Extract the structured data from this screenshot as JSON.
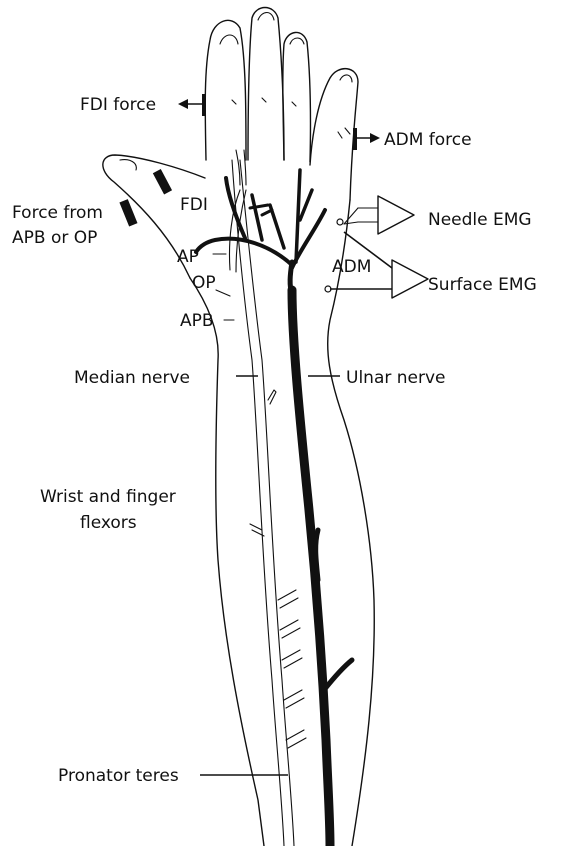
{
  "labels": {
    "fdi_force": "FDI force",
    "adm_force": "ADM force",
    "force_from_line1": "Force from",
    "force_from_line2": "APB or OP",
    "fdi": "FDI",
    "ap": "AP",
    "op": "OP",
    "apb": "APB",
    "adm": "ADM",
    "needle_emg": "Needle EMG",
    "surface_emg": "Surface EMG",
    "median_nerve": "Median nerve",
    "ulnar_nerve": "Ulnar nerve",
    "wrist_flexors_line1": "Wrist and finger",
    "wrist_flexors_line2": "flexors",
    "pronator_teres": "Pronator teres"
  }
}
